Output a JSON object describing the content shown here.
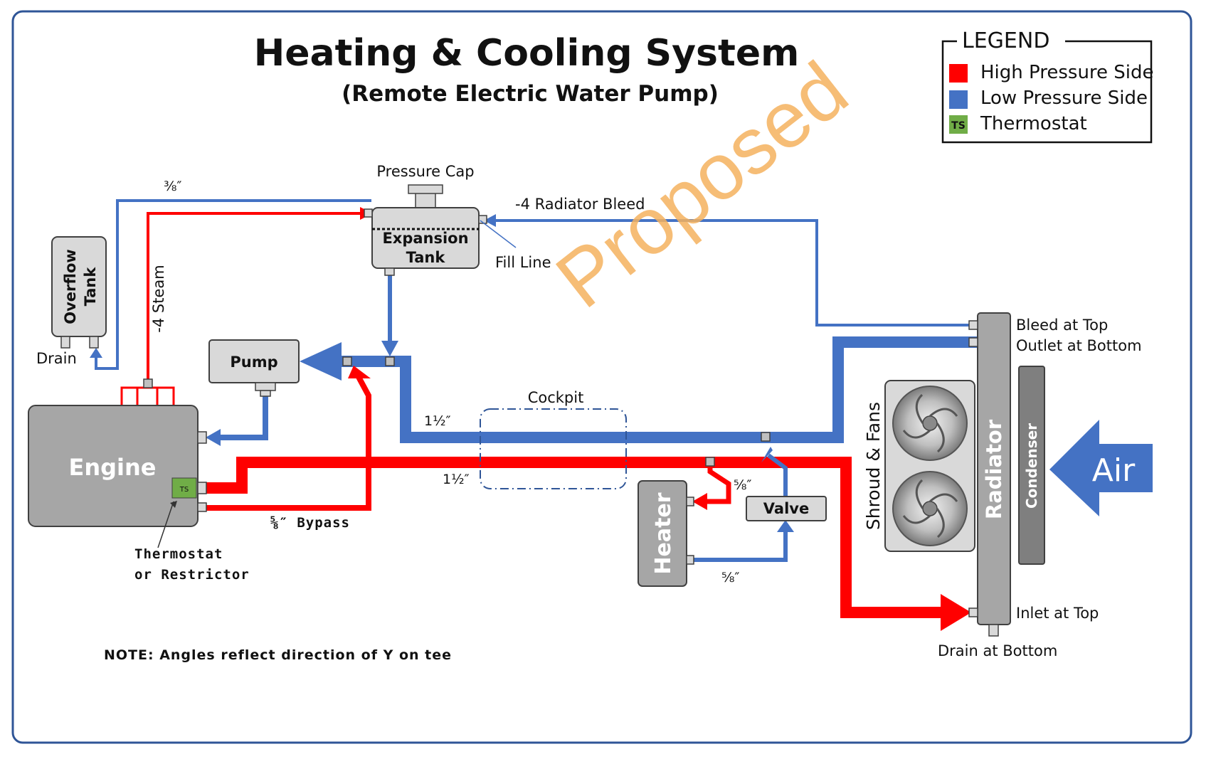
{
  "title": "Heating & Cooling System",
  "subtitle": "(Remote Electric Water Pump)",
  "watermark": "Proposed",
  "legend": {
    "heading": "LEGEND",
    "items": [
      {
        "label": "High Pressure Side",
        "color": "#ff0000"
      },
      {
        "label": "Low Pressure Side",
        "color": "#4472c4"
      },
      {
        "label": "Thermostat",
        "swatch_text": "TS",
        "color": "#70ad47"
      }
    ]
  },
  "components": {
    "engine": "Engine",
    "pump": "Pump",
    "overflow_tank_line1": "Overflow",
    "overflow_tank_line2": "Tank",
    "expansion_tank_line1": "Expansion",
    "expansion_tank_line2": "Tank",
    "heater": "Heater",
    "valve": "Valve",
    "radiator": "Radiator",
    "condenser": "Condenser",
    "shroud_fans": "Shroud & Fans",
    "air": "Air",
    "thermostat_badge": "TS"
  },
  "labels": {
    "pressure_cap": "Pressure Cap",
    "fill_line": "Fill Line",
    "radiator_bleed": "-4 Radiator Bleed",
    "steam": "-4 Steam",
    "three_eighths": "⅜″",
    "drain": "Drain",
    "cockpit": "Cockpit",
    "one_half_low": "1½″",
    "one_half_high": "1½″",
    "bypass": "⅝″ Bypass",
    "heater_in": "⅝″",
    "heater_out": "⅝″",
    "thermostat_line1": "Thermostat",
    "thermostat_line2": "or Restrictor",
    "bleed_at_top": "Bleed at Top",
    "outlet_at_bottom": "Outlet at Bottom",
    "inlet_at_top": "Inlet at Top",
    "drain_at_bottom": "Drain at Bottom"
  },
  "note": "NOTE: Angles reflect direction of Y on tee",
  "colors": {
    "high_pressure": "#ff0000",
    "low_pressure": "#4472c4",
    "thermostat": "#70ad47",
    "component_fill": "#a6a6a6",
    "light_fill": "#d9d9d9",
    "condenser_fill": "#7f7f7f",
    "watermark": "#f4b15e",
    "frame": "#2f5597"
  }
}
